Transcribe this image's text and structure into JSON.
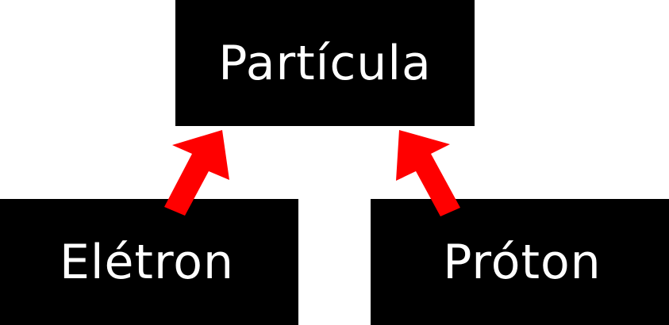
{
  "diagram": {
    "parent": {
      "label": "Partícula"
    },
    "children": [
      {
        "label": "Elétron"
      },
      {
        "label": "Próton"
      }
    ],
    "colors": {
      "box_fill": "#000000",
      "box_text": "#ffffff",
      "arrow": "#ff0000",
      "background": "#ffffff"
    }
  }
}
